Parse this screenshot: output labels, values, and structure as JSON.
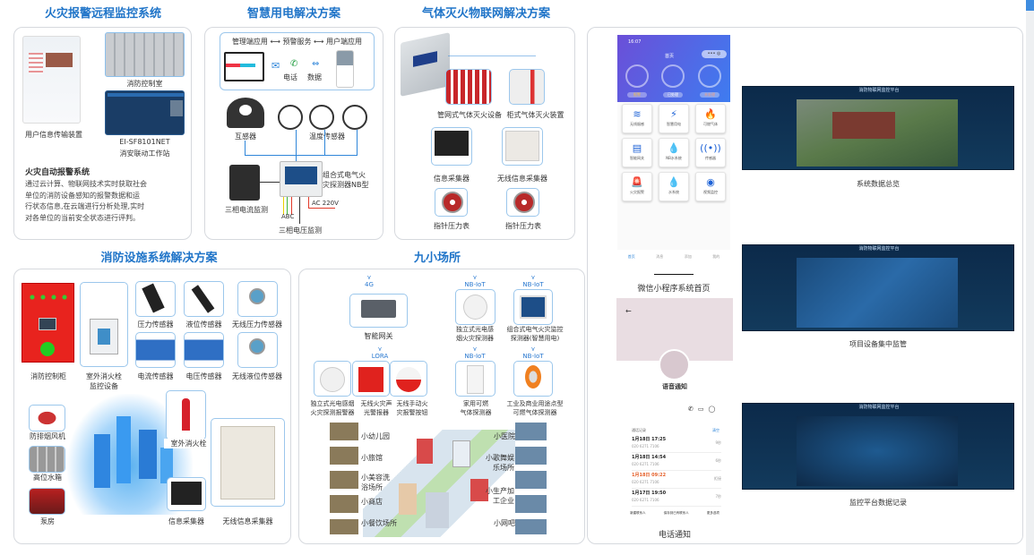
{
  "fire_alarm": {
    "title": "火灾报警远程监控系统",
    "device_label": "用户信息传输装置",
    "room_label": "消防控制室",
    "ws_model": "EI-SF8101NET",
    "ws_label": "消安联动工作站",
    "subtitle": "火灾自动报警系统",
    "desc": [
      "通过云计算、物联网技术实时获取社会",
      "单位的消防设备感知的报警数据和运",
      "行状态信息,在云端进行分析处理,实时",
      "对各单位的当前安全状态进行评判。"
    ]
  },
  "smart_power": {
    "title": "智慧用电解决方案",
    "flow": "管理端应用 ⟷ 预警服务 ⟷ 用户端应用",
    "phone_label": "电话",
    "data_label": "数据",
    "ct_label": "互感器",
    "temp_label": "温度传感器",
    "current_label": "三相电流监测",
    "detector_label": [
      "组合式电气火",
      "灾探测器NB型"
    ],
    "ac_label": "AC 220V",
    "abc_label": "ABC",
    "voltage_label": "三相电压监测"
  },
  "gas": {
    "title": "气体灭火物联网解决方案",
    "items": [
      "管网式气体灭火设备",
      "柜式气体灭火装置",
      "信息采集器",
      "无线信息采集器",
      "指针压力表",
      "指针压力表"
    ]
  },
  "facility": {
    "title": "消防设施系统解决方案",
    "cabinet": "消防控制柜",
    "hydrant_monitor": [
      "室外消火栓",
      "监控设备"
    ],
    "sensors": [
      "压力传感器",
      "液位传感器",
      "无线压力传感器",
      "电流传感器",
      "电压传感器",
      "无线液位传感器"
    ],
    "fan": "防排烟风机",
    "tank": "高位水箱",
    "pump": "泵房",
    "hydrant": "室外消火栓",
    "collector": "信息采集器",
    "wireless_collector": "无线信息采集器"
  },
  "nine": {
    "title": "九小场所",
    "net_4g": "4G",
    "net_lora": "LORA",
    "net_nb": "NB-IoT",
    "gateway": "智能网关",
    "smoke_nb": [
      "独立式光电感",
      "烟火灾探测器"
    ],
    "elec_nb": [
      "组合式电气火灾监控",
      "探测器(智慧用电)"
    ],
    "smoke": [
      "独立式光电感烟",
      "火灾探测报警器"
    ],
    "alarm": [
      "无线火灾声",
      "光警报器"
    ],
    "button": [
      "无线手动火",
      "灾报警按钮"
    ],
    "home_gas": [
      "家用可燃",
      "气体探测器"
    ],
    "ind_gas": [
      "工业及商业用途点型",
      "可燃气体探测器"
    ],
    "places_left": [
      "小幼儿园",
      "小旅馆",
      "小美容洗浴场所",
      "小商店",
      "小餐饮场所"
    ],
    "places_right": [
      "小医院",
      "小歌舞娱乐场所",
      "小生产加工企业",
      "小网吧"
    ]
  },
  "mini_app": {
    "time": "16:07",
    "header": "首页",
    "dials": [
      "报警",
      "已处理",
      "未处理"
    ],
    "tiles": [
      "无线烟感",
      "智慧用电",
      "可燃气体",
      "智能网关",
      "NB水系统",
      "传感器",
      "火灾报警",
      "水系统",
      "视频监控"
    ],
    "tile_icons": [
      "≋",
      "⚡",
      "🔥",
      "▤",
      "💧",
      "((•))",
      "🚨",
      "💧",
      "◉"
    ],
    "nav": [
      "首页",
      "消息",
      "添加",
      "我的"
    ],
    "caption": "微信小程序系统首页"
  },
  "phone_notify": {
    "contact": "语音通知",
    "log_title": "通话记录",
    "clear": "清空",
    "records": [
      {
        "time": "1月18日 17:25",
        "num": "020 6271 7106",
        "dur": "9秒",
        "missed": false
      },
      {
        "time": "1月18日 14:54",
        "num": "020 6271 7106",
        "dur": "6秒",
        "missed": false
      },
      {
        "time": "1月18日 09:22",
        "num": "020 6271 7106",
        "dur": "拒接",
        "missed": true
      },
      {
        "time": "1月17日 19:50",
        "num": "020 6271 7106",
        "dur": "7秒",
        "missed": false
      }
    ],
    "actions": [
      "新建联系人",
      "保存到已有联系人",
      "更多选项"
    ],
    "caption": "电话通知"
  },
  "screens": {
    "platform_title": "消防物联网监控平台",
    "captions": [
      "系统数据总览",
      "项目设备集中监管",
      "监控平台数据记录"
    ]
  },
  "colors": {
    "title": "#1f74c8",
    "accent": "#2f86d9",
    "alert": "#e23a2a"
  }
}
